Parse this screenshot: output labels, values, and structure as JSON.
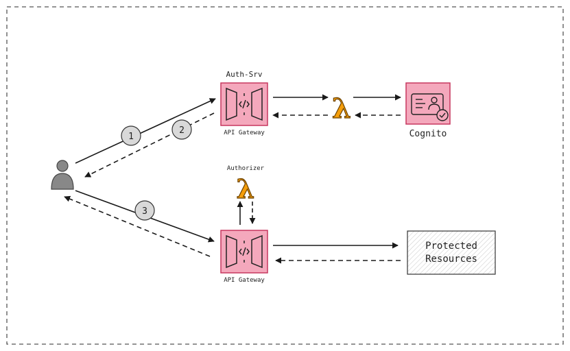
{
  "colors": {
    "gateway_fill": "#F4A8BC",
    "gateway_border": "#C7375F",
    "lambda": "#F59E0B",
    "line": "#1a1a1a",
    "step_circle": "#D9D9D9",
    "user": "#888888"
  },
  "auth_gateway": {
    "title": "Auth-Srv",
    "label": "API Gateway",
    "icon": "api-gateway-icon"
  },
  "auth_lambda": {
    "symbol": "λ",
    "icon": "lambda-icon"
  },
  "cognito": {
    "label": "Cognito",
    "icon": "cognito-identity-icon"
  },
  "authorizer": {
    "title": "Authorizer",
    "symbol": "λ",
    "icon": "lambda-icon"
  },
  "resource_gateway": {
    "label": "API Gateway",
    "icon": "api-gateway-icon"
  },
  "protected": {
    "line1": "Protected",
    "line2": "Resources"
  },
  "user": {
    "icon": "user-icon"
  },
  "steps": {
    "one": "1",
    "two": "2",
    "three": "3"
  }
}
